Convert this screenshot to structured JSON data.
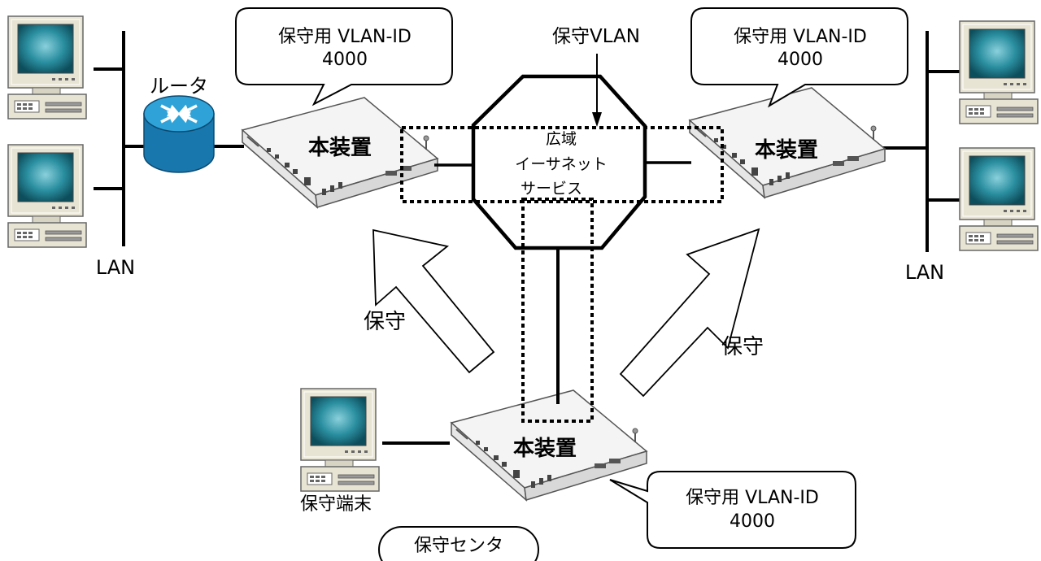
{
  "callouts": {
    "left": {
      "line1": "保守用 VLAN-ID",
      "line2": "4000"
    },
    "right": {
      "line1": "保守用 VLAN-ID",
      "line2": "4000"
    },
    "bottom": {
      "line1": "保守用 VLAN-ID",
      "line2": "4000"
    }
  },
  "labels": {
    "maintenance_vlan": "保守VLAN",
    "router": "ルータ",
    "lan_left": "LAN",
    "lan_right": "LAN",
    "device": "本装置",
    "wan_line1": "広域",
    "wan_line2": "イーサネット",
    "wan_line3": "サービス",
    "maintenance": "保守",
    "maintenance_terminal": "保守端末",
    "maintenance_center": "保守センタ"
  },
  "colors": {
    "line": "#000000",
    "router": "#1e8fc4",
    "screen": "#2a8fa0",
    "pc_body": "#e8e4d4"
  }
}
